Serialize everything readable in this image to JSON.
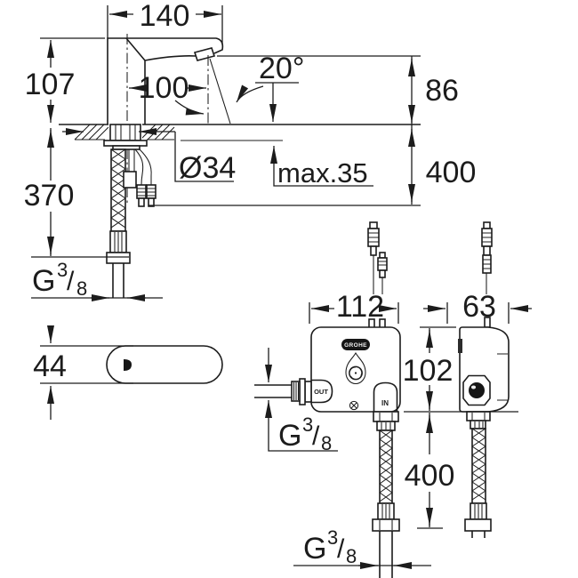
{
  "colors": {
    "background": "#ffffff",
    "line": "#1c1c1c",
    "dark_fill": "#161616"
  },
  "faucet_side_view": {
    "dim_top_width": "140",
    "dim_body_height": "107",
    "dim_spout_reach": "100",
    "dim_spray_angle": "20°",
    "dim_outlet_height": "86",
    "dim_hole_diameter": "Ø34",
    "dim_max_deck_thickness": "max.35",
    "dim_cable_drop": "400",
    "dim_hose_drop": "370"
  },
  "faucet_top_view": {
    "dim_body_depth": "44"
  },
  "thread_label": {
    "prefix": "G",
    "numerator": "3",
    "slash": "/",
    "denominator": "8"
  },
  "control_box_front_view": {
    "brand": "GROHE",
    "dim_width": "112",
    "dim_height": "102",
    "dim_hose_length": "400",
    "port_out_label": "OUT",
    "port_in_label": "IN"
  },
  "control_box_side_view": {
    "dim_width": "63"
  }
}
